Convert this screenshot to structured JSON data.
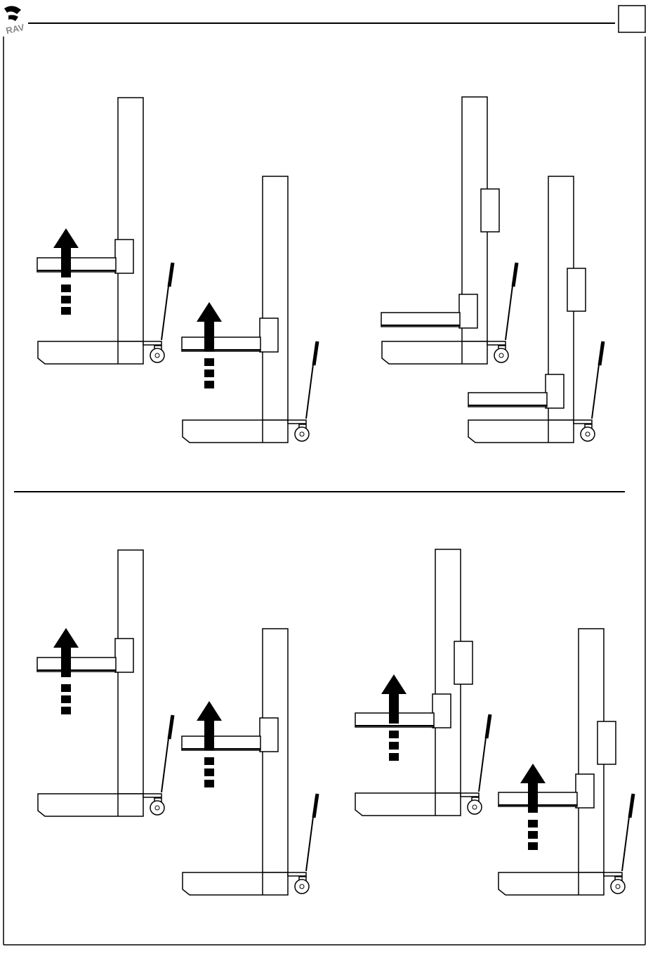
{
  "header": {
    "logo_text": "RAV",
    "page_number": ""
  },
  "colors": {
    "stroke": "#000000",
    "background": "#ffffff"
  },
  "panels": [
    {
      "name": "top-panel",
      "figures": [
        {
          "name": "lift-left-raised-arrow",
          "arm": "low",
          "arrow": true
        },
        {
          "name": "lift-left-lower-arrow",
          "arm": "low",
          "arrow": true
        },
        {
          "name": "lift-right-two-carriage",
          "arm": "bottom",
          "arrow": false
        },
        {
          "name": "lift-right-two-carriage-lower",
          "arm": "bottom",
          "arrow": false
        }
      ]
    },
    {
      "name": "bottom-panel",
      "figures": [
        {
          "name": "lift-a",
          "arm": "mid",
          "arrow": true
        },
        {
          "name": "lift-b",
          "arm": "mid",
          "arrow": true
        },
        {
          "name": "lift-c",
          "arm": "mid",
          "arrow": true
        },
        {
          "name": "lift-d",
          "arm": "mid",
          "arrow": true
        }
      ]
    }
  ]
}
